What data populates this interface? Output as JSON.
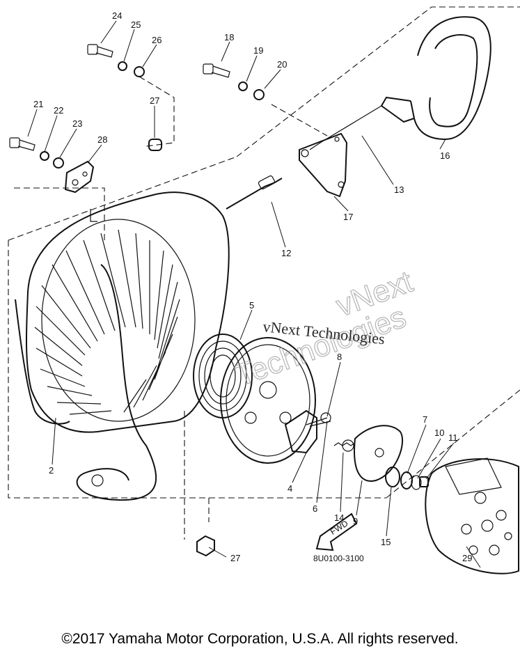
{
  "diagram": {
    "parts": [
      {
        "id": "p24",
        "label": "24"
      },
      {
        "id": "p25",
        "label": "25"
      },
      {
        "id": "p26",
        "label": "26"
      },
      {
        "id": "p18",
        "label": "18"
      },
      {
        "id": "p19",
        "label": "19"
      },
      {
        "id": "p20",
        "label": "20"
      },
      {
        "id": "p21",
        "label": "21"
      },
      {
        "id": "p22",
        "label": "22"
      },
      {
        "id": "p23",
        "label": "23"
      },
      {
        "id": "p27a",
        "label": "27"
      },
      {
        "id": "p28",
        "label": "28"
      },
      {
        "id": "p16",
        "label": "16"
      },
      {
        "id": "p13",
        "label": "13"
      },
      {
        "id": "p17",
        "label": "17"
      },
      {
        "id": "p12",
        "label": "12"
      },
      {
        "id": "p5",
        "label": "5"
      },
      {
        "id": "p8",
        "label": "8"
      },
      {
        "id": "p7",
        "label": "7"
      },
      {
        "id": "p10",
        "label": "10"
      },
      {
        "id": "p11",
        "label": "11"
      },
      {
        "id": "p2",
        "label": "2"
      },
      {
        "id": "p4",
        "label": "4"
      },
      {
        "id": "p6",
        "label": "6"
      },
      {
        "id": "p14",
        "label": "14"
      },
      {
        "id": "p9",
        "label": "9"
      },
      {
        "id": "p15",
        "label": "15"
      },
      {
        "id": "p29",
        "label": "29"
      },
      {
        "id": "p27b",
        "label": "27"
      }
    ],
    "fwd_label": "FWD",
    "diagram_code": "8U0100-3100"
  },
  "watermark": {
    "line1": "vNext Technologies",
    "line2a": "vNext",
    "line2b": "Technologies"
  },
  "copyright": "©2017 Yamaha Motor Corporation, U.S.A. All rights reserved."
}
